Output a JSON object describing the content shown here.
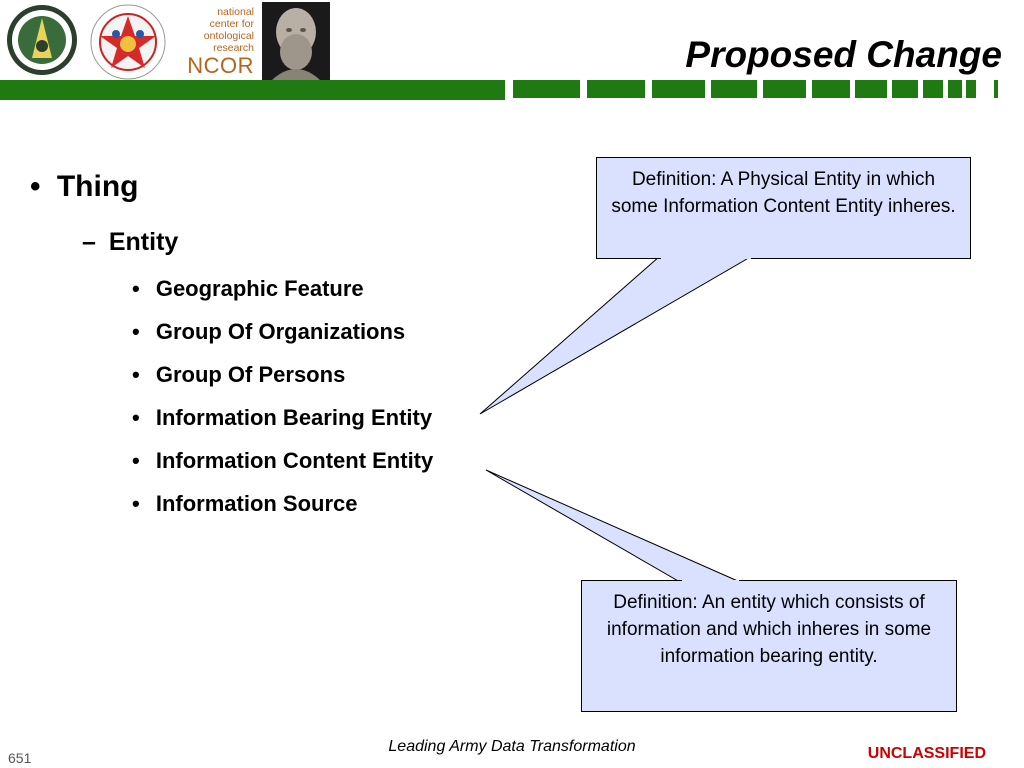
{
  "header": {
    "ncor_line1": "national",
    "ncor_line2": "center for",
    "ncor_line3": "ontological",
    "ncor_line4": "research",
    "ncor_abbrev": "NCOR",
    "logo1_icon": "army-cio-g6-seal-icon",
    "logo2_icon": "sec-cecom-seal-icon",
    "logo3_icon": "aristotle-bust-icon",
    "bar_color": "#1f7a12"
  },
  "slide": {
    "title": "Proposed Change",
    "outline": {
      "level1": "Thing",
      "level2": "Entity",
      "level3": [
        "Geographic Feature",
        "Group Of Organizations",
        "Group Of Persons",
        "Information Bearing Entity",
        "Information Content Entity",
        "Information Source"
      ]
    },
    "callout_top": "Definition: A Physical Entity in which some Information Content Entity inheres.",
    "callout_bottom": "Definition: An entity which consists of information and which inheres in some information bearing entity.",
    "callout_color": "#d9e1ff"
  },
  "footer": {
    "tagline": "Leading Army Data Transformation",
    "page_number": "651",
    "classification": "UNCLASSIFIED",
    "classification_color": "#cc0000"
  }
}
